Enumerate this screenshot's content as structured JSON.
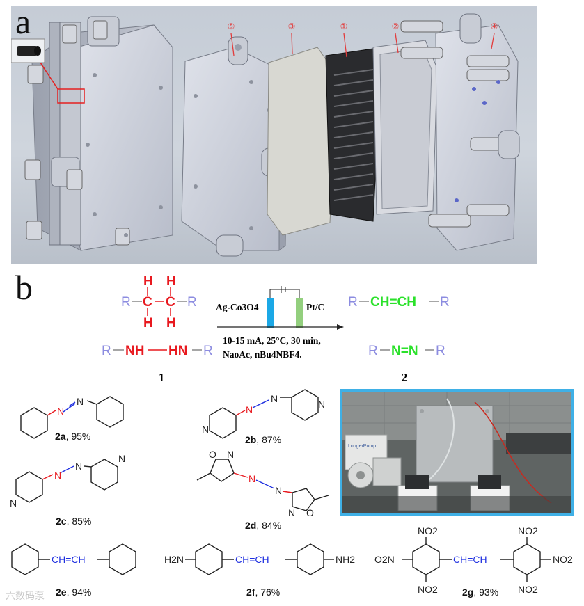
{
  "panel_a": {
    "label": "a",
    "callouts": [
      "⑤",
      "③",
      "①",
      "②",
      "④"
    ]
  },
  "panel_b": {
    "label": "b",
    "reactant_ethane": {
      "r_left": "R",
      "c1": "C",
      "c2": "C",
      "r_right": "R",
      "h": "H"
    },
    "reactant_hydrazine": {
      "r_left": "R",
      "nh1": "NH",
      "nh2": "HN",
      "r_right": "R"
    },
    "electrode_left": "Ag-Co3O4",
    "electrode_right": "Pt/C",
    "conditions_line1": "10-15 mA, 25°C, 30 min,",
    "conditions_line2": "NaoAc, nBu4NBF4.",
    "product_alkene": {
      "r_left": "R",
      "core": "CH=CH",
      "r_right": "R"
    },
    "product_azo": {
      "r_left": "R",
      "core": "N=N",
      "r_right": "R"
    },
    "label_reactant": "1",
    "label_product": "2"
  },
  "compounds": [
    {
      "id": "2a",
      "yield": "95%"
    },
    {
      "id": "2b",
      "yield": "87%"
    },
    {
      "id": "2c",
      "yield": "85%"
    },
    {
      "id": "2d",
      "yield": "84%"
    },
    {
      "id": "2e",
      "yield": "94%"
    },
    {
      "id": "2f",
      "yield": "76%"
    },
    {
      "id": "2g",
      "yield": "93%"
    }
  ],
  "structure_text": {
    "n": "N",
    "o": "O",
    "h2n": "H2N",
    "nh2": "NH2",
    "no2": "NO2",
    "o2n": "O2N",
    "ch_eq_ch": "CH=CH"
  },
  "photo_text": {
    "pump_brand": "LongerPump"
  },
  "watermark": "六数码泵",
  "colors": {
    "red": "#e8191f",
    "green": "#2ae12a",
    "blue_bond": "#1e2fe0",
    "r_group": "#8c8ce0",
    "electrode_blue": "#1ba8e6",
    "electrode_green": "#93cf7e",
    "photo_border": "#3fb0e6"
  }
}
